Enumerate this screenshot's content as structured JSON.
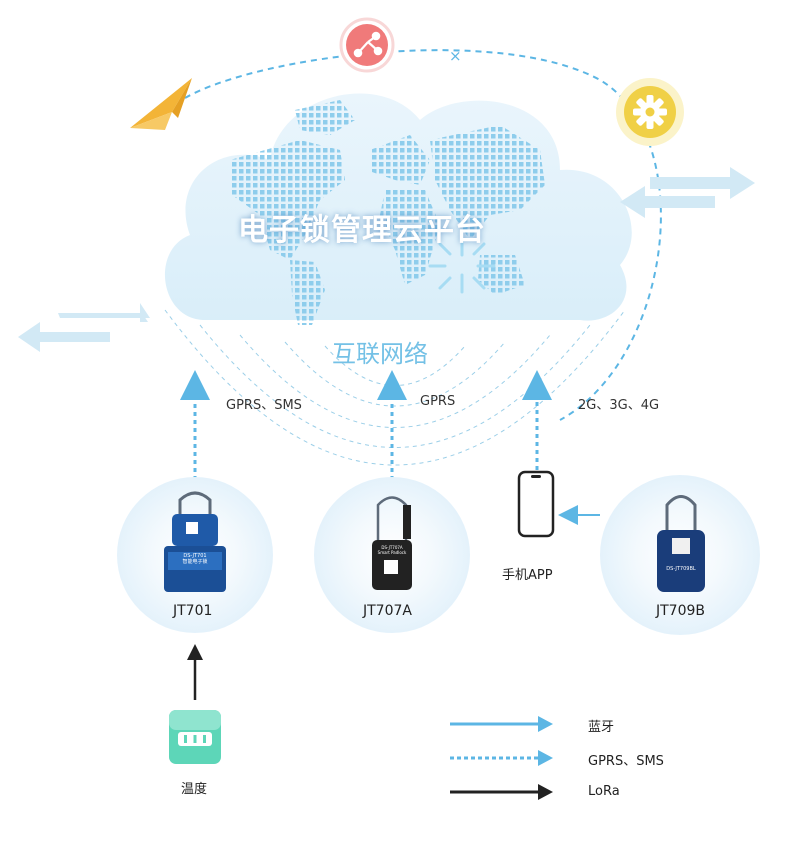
{
  "cloud": {
    "title": "电子锁管理云平台",
    "network_label": "互联网络"
  },
  "protocols": {
    "left": "GPRS、SMS",
    "middle": "GPRS",
    "right": "2G、3G、4G"
  },
  "devices": {
    "jt701": {
      "name": "JT701",
      "screen_line1": "DS-JT701",
      "screen_line2": "智能电子锁"
    },
    "jt707a": {
      "name": "JT707A",
      "screen_line1": "DS-JT707A",
      "screen_line2": "Smart Padlock"
    },
    "jt709b": {
      "name": "JT709B",
      "screen_line1": "DS-JT709BL"
    },
    "phone": {
      "name": "手机APP"
    },
    "sensor": {
      "name": "温度"
    }
  },
  "legend": [
    {
      "label": "蓝牙",
      "style": "solid",
      "color": "#5cb6e4"
    },
    {
      "label": "GPRS、SMS",
      "style": "dashed",
      "color": "#5cb6e4"
    },
    {
      "label": "LoRa",
      "style": "solid",
      "color": "#222222"
    }
  ],
  "colors": {
    "accent_blue": "#5cb6e4",
    "cloud_fill": "#e3f2fb",
    "share_badge": "#f07a7a",
    "gear_badge": "#f0d046",
    "paper_plane": "#f3b437",
    "lock_body": "#1f5aa8",
    "sensor_green": "#5dd6b8"
  },
  "icons": {
    "share": "share-icon",
    "gear": "gear-icon",
    "plane": "paper-plane-icon",
    "exchange": "two-way-arrow-icon"
  }
}
